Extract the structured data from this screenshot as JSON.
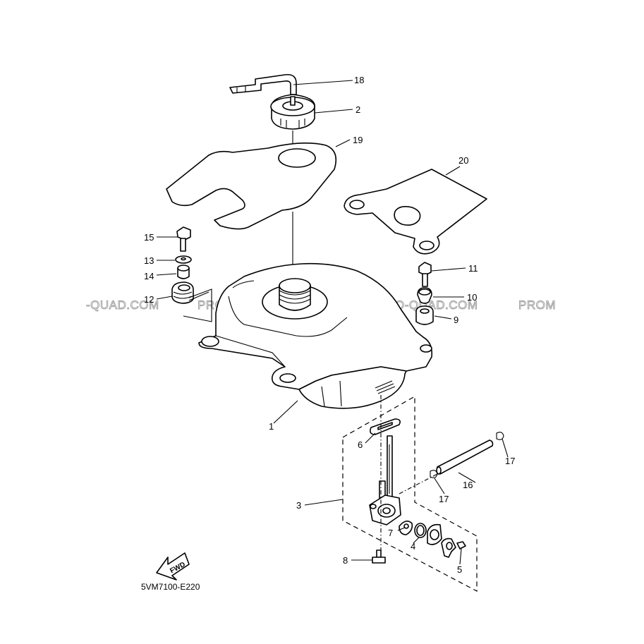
{
  "diagram": {
    "drawing_code": "5VM7100-E220",
    "fwd_label": "FWD",
    "watermarks": [
      "-QUAD.COM",
      "PROMO-QUAD.COM",
      "PROMO-QUAD.COM",
      "PROM"
    ],
    "callouts": {
      "c1": "1",
      "c2": "2",
      "c3": "3",
      "c4": "4",
      "c5": "5",
      "c6": "6",
      "c7": "7",
      "c8": "8",
      "c9": "9",
      "c10": "10",
      "c11": "11",
      "c12": "12",
      "c13": "13",
      "c14": "14",
      "c15": "15",
      "c16": "16",
      "c17a": "17",
      "c17b": "17",
      "c18": "18",
      "c19": "19",
      "c20": "20"
    }
  }
}
